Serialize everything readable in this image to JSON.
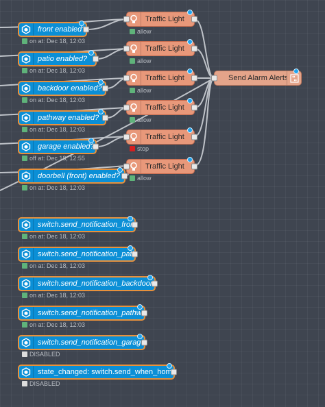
{
  "colors": {
    "canvas": "#3f4550",
    "ha_node": "#0b8fd6",
    "ha_border": "#e8913c",
    "traffic_node": "#e8987a",
    "alarm_node": "#e4a48a",
    "status_green": "#5fb37a",
    "status_red": "#d42020",
    "status_grey": "#dddddd",
    "change_dot": "#1fa3ee"
  },
  "ha_nodes": [
    {
      "label": "front enabled?",
      "status": "on at: Dec 18, 12:03",
      "status_color": "green",
      "icon": "home-assistant-icon"
    },
    {
      "label": "patio enabled?",
      "status": "on at: Dec 18, 12:03",
      "status_color": "green",
      "icon": "home-assistant-icon"
    },
    {
      "label": "backdoor enabled?",
      "status": "on at: Dec 18, 12:03",
      "status_color": "green",
      "icon": "home-assistant-icon"
    },
    {
      "label": "pathway enabled?",
      "status": "on at: Dec 18, 12:03",
      "status_color": "green",
      "icon": "home-assistant-icon"
    },
    {
      "label": "garage enabled?",
      "status": "off at: Dec 18, 12:55",
      "status_color": "green",
      "icon": "home-assistant-icon"
    },
    {
      "label": "doorbell (front) enabled?",
      "status": "on at: Dec 18, 12:03",
      "status_color": "green",
      "icon": "home-assistant-icon"
    },
    {
      "label": "switch.send_notification_front",
      "status": "on at: Dec 18, 12:03",
      "status_color": "green",
      "icon": "home-assistant-icon"
    },
    {
      "label": "switch.send_notification_patio",
      "status": "on at: Dec 18, 12:03",
      "status_color": "green",
      "icon": "home-assistant-icon"
    },
    {
      "label": "switch.send_notification_backdoor",
      "status": "on at: Dec 18, 12:03",
      "status_color": "green",
      "icon": "home-assistant-icon"
    },
    {
      "label": "switch.send_notification_pathway",
      "status": "on at: Dec 18, 12:03",
      "status_color": "green",
      "icon": "home-assistant-icon"
    },
    {
      "label": "switch.send_notification_garage",
      "status": "DISABLED",
      "status_color": "grey",
      "icon": "home-assistant-icon"
    },
    {
      "label": "state_changed: switch.send_when_home",
      "status": "DISABLED",
      "status_color": "grey",
      "icon": "home-assistant-icon"
    }
  ],
  "traffic_nodes": [
    {
      "label": "Traffic Light",
      "status": "allow",
      "status_color": "green",
      "icon": "traffic-light-icon"
    },
    {
      "label": "Traffic Light",
      "status": "allow",
      "status_color": "green",
      "icon": "traffic-light-icon"
    },
    {
      "label": "Traffic Light",
      "status": "allow",
      "status_color": "green",
      "icon": "traffic-light-icon"
    },
    {
      "label": "Traffic Light",
      "status": "allow",
      "status_color": "green",
      "icon": "traffic-light-icon"
    },
    {
      "label": "Traffic Light",
      "status": "stop",
      "status_color": "red",
      "icon": "traffic-light-icon"
    },
    {
      "label": "Traffic Light",
      "status": "allow",
      "status_color": "green",
      "icon": "traffic-light-icon"
    }
  ],
  "alarm_node": {
    "label": "Send Alarm Alerts",
    "icon": "link-out-icon"
  }
}
